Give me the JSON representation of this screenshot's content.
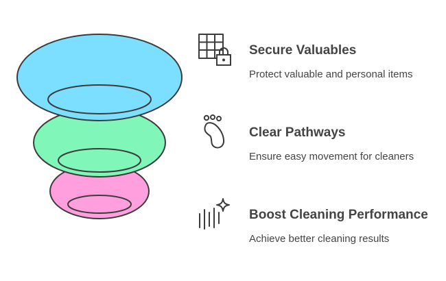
{
  "colors": {
    "stroke": "#3b3b3b",
    "text": "#444444",
    "top_layer": "#7ddfff",
    "middle_layer": "#80f7b9",
    "bottom_layer": "#ff9fdd"
  },
  "items": [
    {
      "title": "Secure Valuables",
      "description": "Protect valuable and personal items",
      "icon": "grid-lock-icon"
    },
    {
      "title": "Clear Pathways",
      "description": "Ensure easy movement for cleaners",
      "icon": "footprint-icon"
    },
    {
      "title": "Boost Cleaning Performance",
      "description": "Achieve better cleaning results",
      "icon": "sparkle-lines-icon"
    }
  ]
}
